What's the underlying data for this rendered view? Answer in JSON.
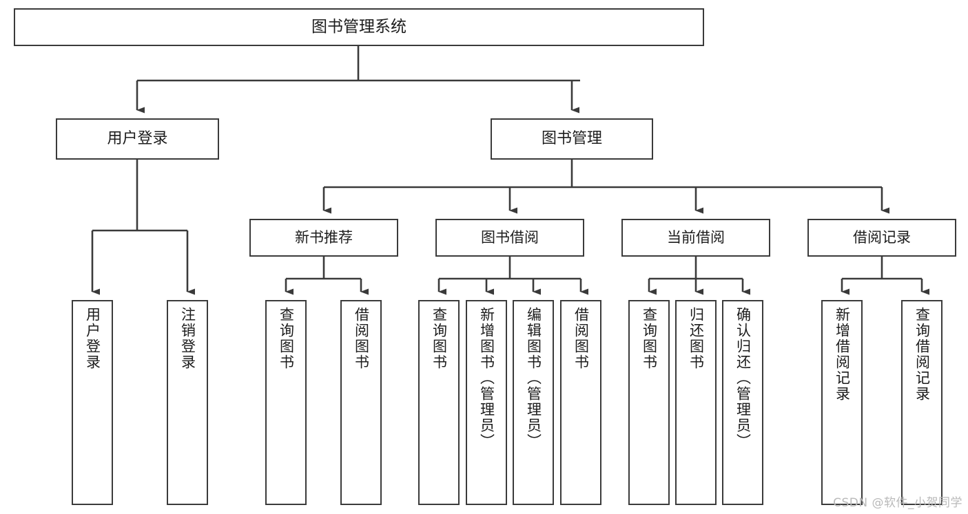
{
  "diagram": {
    "type": "tree",
    "title": "图书管理系统",
    "root": {
      "id": "root",
      "label": "图书管理系统"
    },
    "level1": [
      {
        "id": "user-login",
        "label": "用户登录"
      },
      {
        "id": "book-manage",
        "label": "图书管理"
      }
    ],
    "level2": [
      {
        "id": "new-book-recommend",
        "label": "新书推荐",
        "parent": "book-manage"
      },
      {
        "id": "book-borrow",
        "label": "图书借阅",
        "parent": "book-manage"
      },
      {
        "id": "current-borrow",
        "label": "当前借阅",
        "parent": "book-manage"
      },
      {
        "id": "borrow-record",
        "label": "借阅记录",
        "parent": "book-manage"
      }
    ],
    "leaves": [
      {
        "id": "leaf-user-login",
        "label": "用户登录",
        "parent": "user-login"
      },
      {
        "id": "leaf-logout-login",
        "label": "注销登录",
        "parent": "user-login"
      },
      {
        "id": "leaf-query-book-1",
        "label": "查询图书",
        "parent": "new-book-recommend"
      },
      {
        "id": "leaf-borrow-book-1",
        "label": "借阅图书",
        "parent": "new-book-recommend"
      },
      {
        "id": "leaf-query-book-2",
        "label": "查询图书",
        "parent": "book-borrow"
      },
      {
        "id": "leaf-add-book",
        "label": "新增图书（管理员）",
        "parent": "book-borrow"
      },
      {
        "id": "leaf-edit-book",
        "label": "编辑图书（管理员）",
        "parent": "book-borrow"
      },
      {
        "id": "leaf-borrow-book-2",
        "label": "借阅图书",
        "parent": "book-borrow"
      },
      {
        "id": "leaf-query-book-3",
        "label": "查询图书",
        "parent": "current-borrow"
      },
      {
        "id": "leaf-return-book",
        "label": "归还图书",
        "parent": "current-borrow"
      },
      {
        "id": "leaf-confirm-return",
        "label": "确认归还（管理员）",
        "parent": "current-borrow"
      },
      {
        "id": "leaf-add-record",
        "label": "新增借阅记录",
        "parent": "borrow-record"
      },
      {
        "id": "leaf-query-record",
        "label": "查询借阅记录",
        "parent": "borrow-record"
      }
    ],
    "colors": {
      "border": "#3a3a3a",
      "background": "#ffffff",
      "text": "#1c1c1c",
      "edge": "#3a3a3a",
      "watermark": "#b9b9b9"
    }
  },
  "watermark": {
    "text": "CSDN @软件_小贺同学"
  }
}
